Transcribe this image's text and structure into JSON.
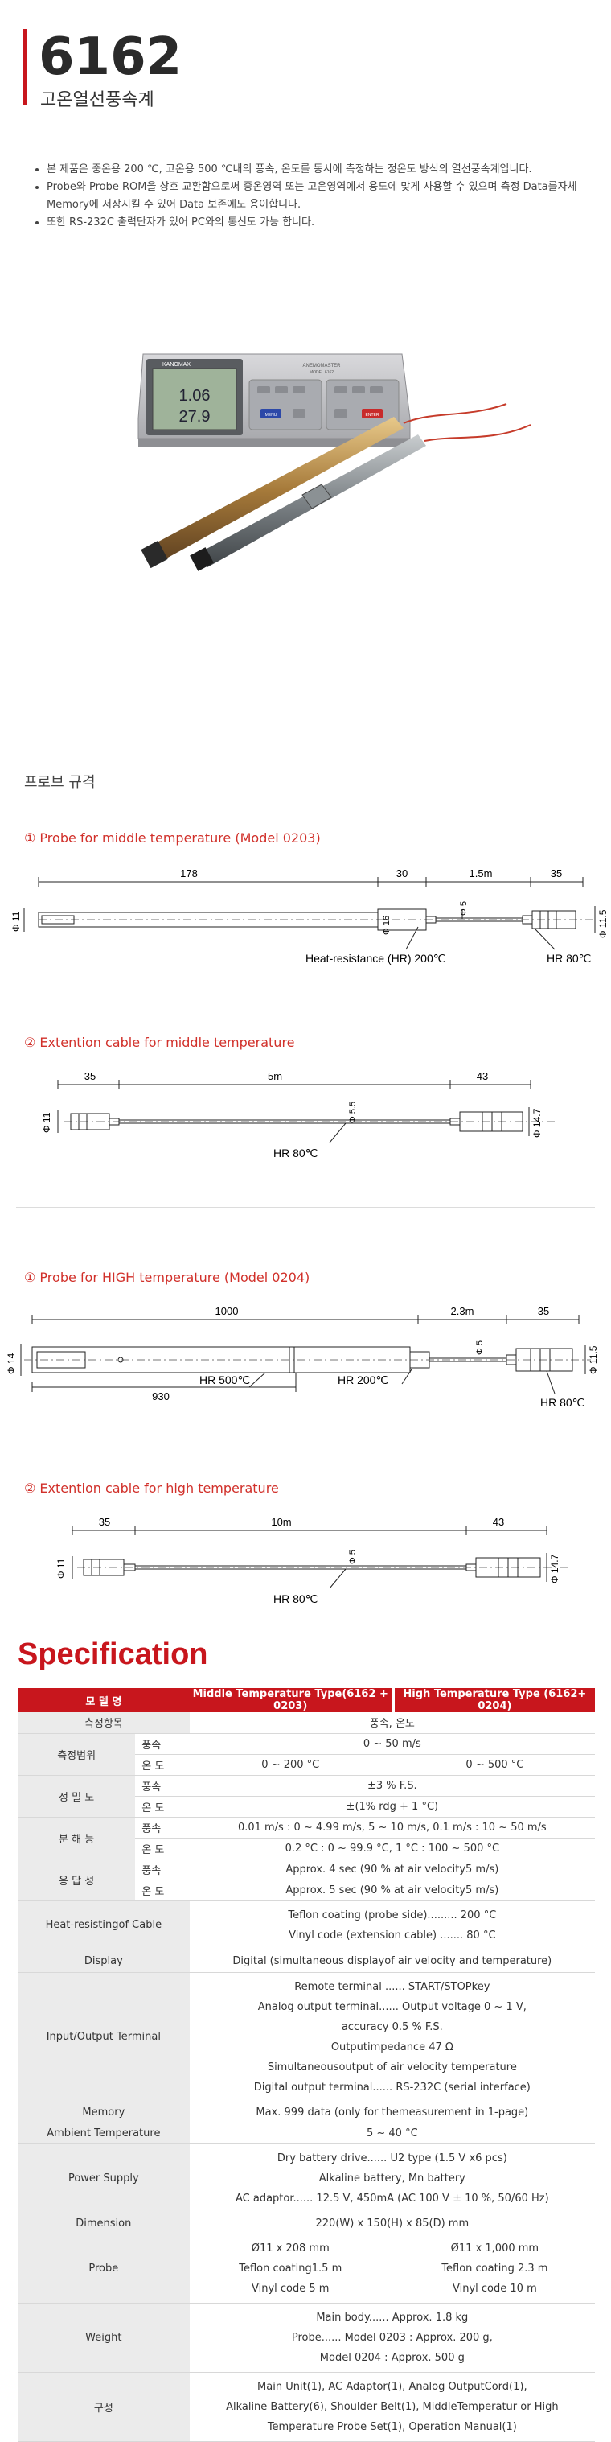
{
  "header": {
    "model": "6162",
    "subtitle": "고온열선풍속계"
  },
  "intro": [
    "본 제품은 중온용 200 ℃, 고온용 500 ℃내의 풍속, 온도를 동시에 측정하는 정온도 방식의 열선풍속계입니다.",
    "Probe와 Probe ROM을 상호 교환함으로써 중온영역 또는 고온영역에서 용도에 맞게 사용할 수 있으며 측정 Data를자체 Memory에 저장시킬 수 있어 Data 보존에도 용이합니다.",
    "또한 RS-232C 출력단자가 있어 PC와의 통신도 가능 합니다."
  ],
  "device": {
    "brand": "KANOMAX",
    "panel": "ANEMOMASTER",
    "panel_model": "MODEL 6162",
    "lcd_line1": "1.06",
    "lcd_line2": "27.9",
    "btn_menu": "MENU",
    "btn_enter": "ENTER"
  },
  "probe_heading": "프로브 규격",
  "diagram1": {
    "caption": "① Probe for middle temperature (Model 0203)",
    "d178": "178",
    "d30": "30",
    "d15": "1.5m",
    "d35": "35",
    "phi11": "Φ 11",
    "phi16": "Φ 16",
    "phi5": "Φ 5",
    "phi115": "Φ 11.5",
    "hr_left": "Heat-resistance (HR) 200℃",
    "hr_right": "HR 80℃"
  },
  "diagram2": {
    "caption": "② Extention cable for middle temperature",
    "d35": "35",
    "d5m": "5m",
    "d43": "43",
    "phi11": "Φ 11",
    "phi55": "Φ 5.5",
    "phi147": "Φ 14.7",
    "hr": "HR 80℃"
  },
  "diagram3": {
    "caption": "① Probe for HIGH temperature (Model 0204)",
    "d1000": "1000",
    "d23": "2.3m",
    "d35": "35",
    "d930": "930",
    "phi14": "Φ 14",
    "phi5": "Φ 5",
    "phi115": "Φ 11.5",
    "hr500": "HR 500℃",
    "hr200": "HR 200℃",
    "hr80": "HR 80℃"
  },
  "diagram4": {
    "caption": "② Extention cable for high temperature",
    "d35": "35",
    "d10m": "10m",
    "d43": "43",
    "phi11": "Φ 11",
    "phi5": "Φ 5",
    "phi147": "Φ 14.7",
    "hr": "HR 80℃"
  },
  "spec": {
    "title": "Specification",
    "head": {
      "name": "모 델 명",
      "mid": "Middle Temperature Type(6162 + 0203)",
      "high": "High Temperature Type (6162+ 0204)"
    },
    "rows": {
      "item_label": "측정항목",
      "item_val": "풍속, 온도",
      "range_label": "측정범위",
      "range_vel": "풍속",
      "range_vel_val": "0 ~ 50 m/s",
      "range_temp": "온 도",
      "range_temp_mid": "0 ~ 200 °C",
      "range_temp_high": "0 ~ 500 °C",
      "acc_label": "정 밀 도",
      "acc_vel": "풍속",
      "acc_vel_val": "±3 % F.S.",
      "acc_temp": "온 도",
      "acc_temp_val": "±(1% rdg + 1 °C)",
      "res_label": "분 해 능",
      "res_vel": "풍속",
      "res_vel_val": "0.01 m/s : 0 ~ 4.99 m/s, 5 ~ 10 m/s, 0.1 m/s : 10 ~ 50 m/s",
      "res_temp": "온 도",
      "res_temp_val": "0.2 °C : 0 ~ 99.9 °C, 1 °C : 100 ~ 500 °C",
      "resp_label": "응 답 성",
      "resp_vel": "풍속",
      "resp_vel_val": "Approx. 4 sec (90 % at air velocity5 m/s)",
      "resp_temp": "온 도",
      "resp_temp_val": "Approx. 5 sec (90 % at air velocity5 m/s)",
      "heat_label": "Heat-resistingof Cable",
      "heat_1": "Teflon coating (probe side)......... 200 °C",
      "heat_2": "Vinyl code (extension cable) ....... 80 °C",
      "disp_label": "Display",
      "disp_val": "Digital (simultaneous displayof air velocity and temperature)",
      "io_label": "Input/Output Terminal",
      "io_1": "Remote terminal ...... START/STOPkey",
      "io_2": "Analog output terminal...... Output voltage 0 ~ 1 V,",
      "io_3": "accuracy 0.5 % F.S.",
      "io_4": "Outputimpedance 47 Ω",
      "io_5": "Simultaneousoutput of air velocity temperature",
      "io_6": "Digital output terminal...... RS-232C (serial interface)",
      "mem_label": "Memory",
      "mem_val": "Max. 999 data (only for themeasurement in 1-page)",
      "amb_label": "Ambient Temperature",
      "amb_val": "5 ~ 40 °C",
      "pow_label": "Power Supply",
      "pow_1": "Dry battery drive...... U2 type (1.5 V x6 pcs)",
      "pow_2": "Alkaline battery, Mn battery",
      "pow_3": "AC adaptor...... 12.5 V, 450mA (AC 100 V ± 10 %, 50/60 Hz)",
      "dim_label": "Dimension",
      "dim_val": "220(W) x 150(H) x 85(D) mm",
      "probe_label": "Probe",
      "probe_m1": "Ø11 x 208 mm",
      "probe_m2": "Teflon coating1.5 m",
      "probe_m3": "Vinyl code 5 m",
      "probe_h1": "Ø11 x 1,000 mm",
      "probe_h2": "Teflon coating 2.3 m",
      "probe_h3": "Vinyl code 10 m",
      "wt_label": "Weight",
      "wt_1": "Main body...... Approx. 1.8 kg",
      "wt_2": "Probe...... Model 0203 : Approx. 200 g,",
      "wt_3": "Model 0204 : Approx. 500 g",
      "cfg_label": "구성",
      "cfg_1": "Main Unit(1), AC Adaptor(1), Analog OutputCord(1),",
      "cfg_2": "Alkaline Battery(6), Shoulder Belt(1), MiddleTemperatur or High",
      "cfg_3": "Temperature Probe Set(1), Operation Manual(1)"
    }
  }
}
